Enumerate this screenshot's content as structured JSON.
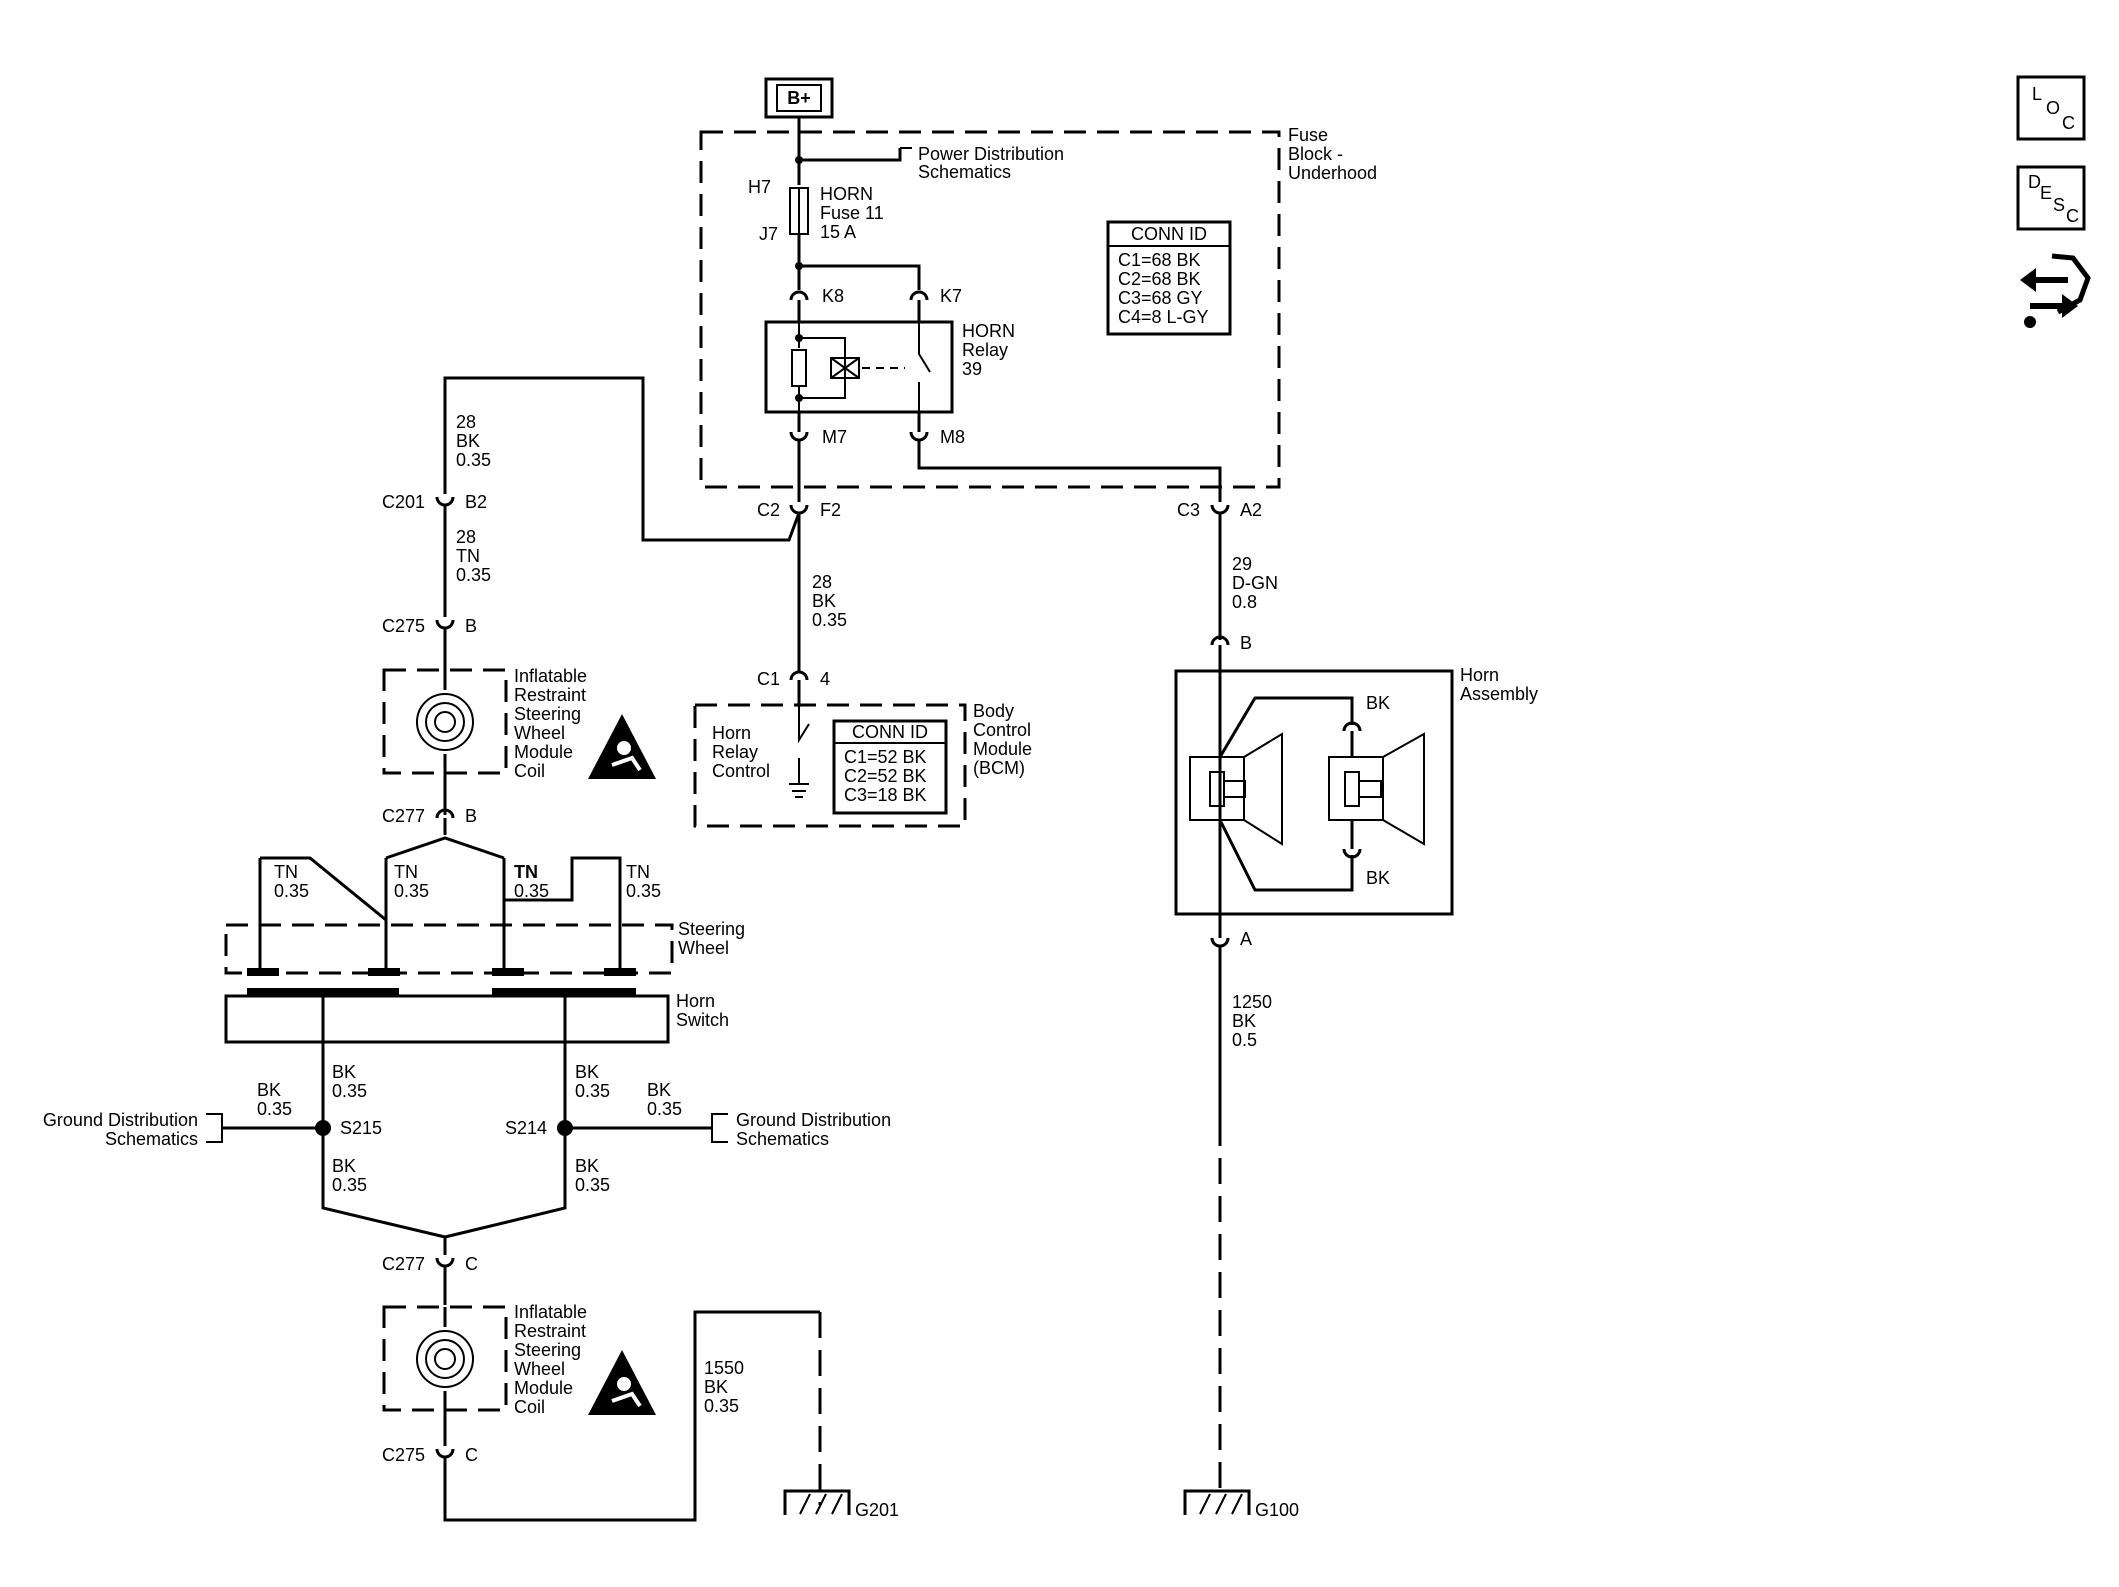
{
  "power": {
    "bplus": "B+",
    "pds_1": "Power Distribution",
    "pds_2": "Schematics"
  },
  "fuse_block": {
    "line1": "Fuse",
    "line2": "Block -",
    "line3": "Underhood",
    "conn": {
      "title": "CONN ID",
      "rows": [
        "C1=68 BK",
        "C2=68 BK",
        "C3=68 GY",
        "C4=8 L-GY"
      ]
    }
  },
  "fuse": {
    "top_pin": "H7",
    "bottom_pin": "J7",
    "name": "HORN",
    "line2": "Fuse 11",
    "line3": "15 A"
  },
  "relay": {
    "k8": "K8",
    "k7": "K7",
    "m7": "M7",
    "m8": "M8",
    "name": "HORN",
    "line2": "Relay",
    "line3": "39"
  },
  "conn_c2": {
    "name": "C2",
    "pin": "F2"
  },
  "conn_c3": {
    "name": "C3",
    "pin": "A2"
  },
  "wire_28_bk_top": {
    "circuit": "28",
    "color": "BK",
    "size": "0.35"
  },
  "wire_28_bk_mid": {
    "circuit": "28",
    "color": "BK",
    "size": "0.35"
  },
  "wire_28_tn": {
    "circuit": "28",
    "color": "TN",
    "size": "0.35"
  },
  "wire_29": {
    "circuit": "29",
    "color": "D-GN",
    "size": "0.8"
  },
  "wire_1250": {
    "circuit": "1250",
    "color": "BK",
    "size": "0.5"
  },
  "wire_1550": {
    "circuit": "1550",
    "color": "BK",
    "size": "0.35"
  },
  "c201": {
    "name": "C201",
    "pin": "B2"
  },
  "c275_b": {
    "name": "C275",
    "pin": "B"
  },
  "c277_b": {
    "name": "C277",
    "pin": "B"
  },
  "c277_c": {
    "name": "C277",
    "pin": "C"
  },
  "c275_c": {
    "name": "C275",
    "pin": "C"
  },
  "bcm": {
    "c1": "C1",
    "pin": "4",
    "ctrl_1": "Horn",
    "ctrl_2": "Relay",
    "ctrl_3": "Control",
    "line1": "Body",
    "line2": "Control",
    "line3": "Module",
    "line4": "(BCM)",
    "conn": {
      "title": "CONN ID",
      "rows": [
        "C1=52 BK",
        "C2=52 BK",
        "C3=18 BK"
      ]
    }
  },
  "coil": {
    "line1": "Inflatable",
    "line2": "Restraint",
    "line3": "Steering",
    "line4": "Wheel",
    "line5": "Module",
    "line6": "Coil"
  },
  "steering_wheel": {
    "line1": "Steering",
    "line2": "Wheel"
  },
  "tn_wires": [
    {
      "color": "TN",
      "size": "0.35"
    },
    {
      "color": "TN",
      "size": "0.35"
    },
    {
      "color": "TN",
      "size": "0.35"
    },
    {
      "color": "TN",
      "size": "0.35"
    }
  ],
  "horn_switch": {
    "line1": "Horn",
    "line2": "Switch"
  },
  "bk_wires": {
    "sw_left": {
      "color": "BK",
      "size": "0.35"
    },
    "sw_right": {
      "color": "BK",
      "size": "0.35"
    },
    "gnd_left": {
      "color": "BK",
      "size": "0.35"
    },
    "gnd_right": {
      "color": "BK",
      "size": "0.35"
    },
    "low_left": {
      "color": "BK",
      "size": "0.35"
    },
    "low_right": {
      "color": "BK",
      "size": "0.35"
    }
  },
  "splices": {
    "s215": "S215",
    "s214": "S214"
  },
  "ground_dist": {
    "line1": "Ground Distribution",
    "line2": "Schematics"
  },
  "horn_assy": {
    "pin_b": "B",
    "pin_a": "A",
    "bk_top": "BK",
    "bk_bottom": "BK",
    "line1": "Horn",
    "line2": "Assembly"
  },
  "grounds": {
    "g201": "G201",
    "g100": "G100"
  },
  "nav": [
    {
      "icon": "loc-icon",
      "letters": [
        "L",
        "O",
        "C"
      ]
    },
    {
      "icon": "desc-icon",
      "letters": [
        "D",
        "E",
        "S",
        "C"
      ]
    },
    {
      "icon": "connector-view-icon"
    }
  ]
}
